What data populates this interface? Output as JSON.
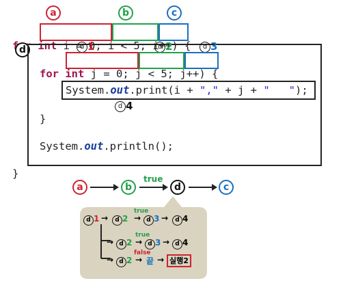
{
  "code": {
    "for_kw_outer": "for",
    "outer_init": "int i = 0;",
    "outer_cond": "i < 5;",
    "outer_inc": "i++)",
    "outer_brace": "{",
    "inner_for_kw": "for",
    "inner_init": "int j = 0;",
    "inner_cond": "j < 5;",
    "inner_inc": "j++)",
    "inner_brace": "{",
    "print_sys": "System.",
    "print_out": "out",
    "print_call": ".print(i + ",
    "print_str1": "\",\"",
    "print_mid": " + j + ",
    "print_str2": "\"   \"",
    "print_end": ");",
    "inner_close": "}",
    "println_sys": "System.",
    "println_out": "out",
    "println_call": ".println();",
    "outer_close": "}"
  },
  "markers": {
    "a": "a",
    "b": "b",
    "c": "c",
    "d": "d",
    "d1_circle": "d",
    "d1_num": "1",
    "d2_circle": "d",
    "d2_num": "2",
    "d3_circle": "d",
    "d3_num": "3",
    "d4_circle": "d",
    "d4_num": "4"
  },
  "flow": {
    "main_true": "true",
    "arrow": "→",
    "row1_true": "true",
    "row2_true": "true",
    "row3_false": "false",
    "end_label": "끝",
    "exec2_label": "실행2"
  },
  "colors": {
    "a": "#cc2233",
    "b": "#22a04a",
    "c": "#1a6fc0",
    "d": "#111111",
    "callout_bg": "#d9d3bf"
  }
}
